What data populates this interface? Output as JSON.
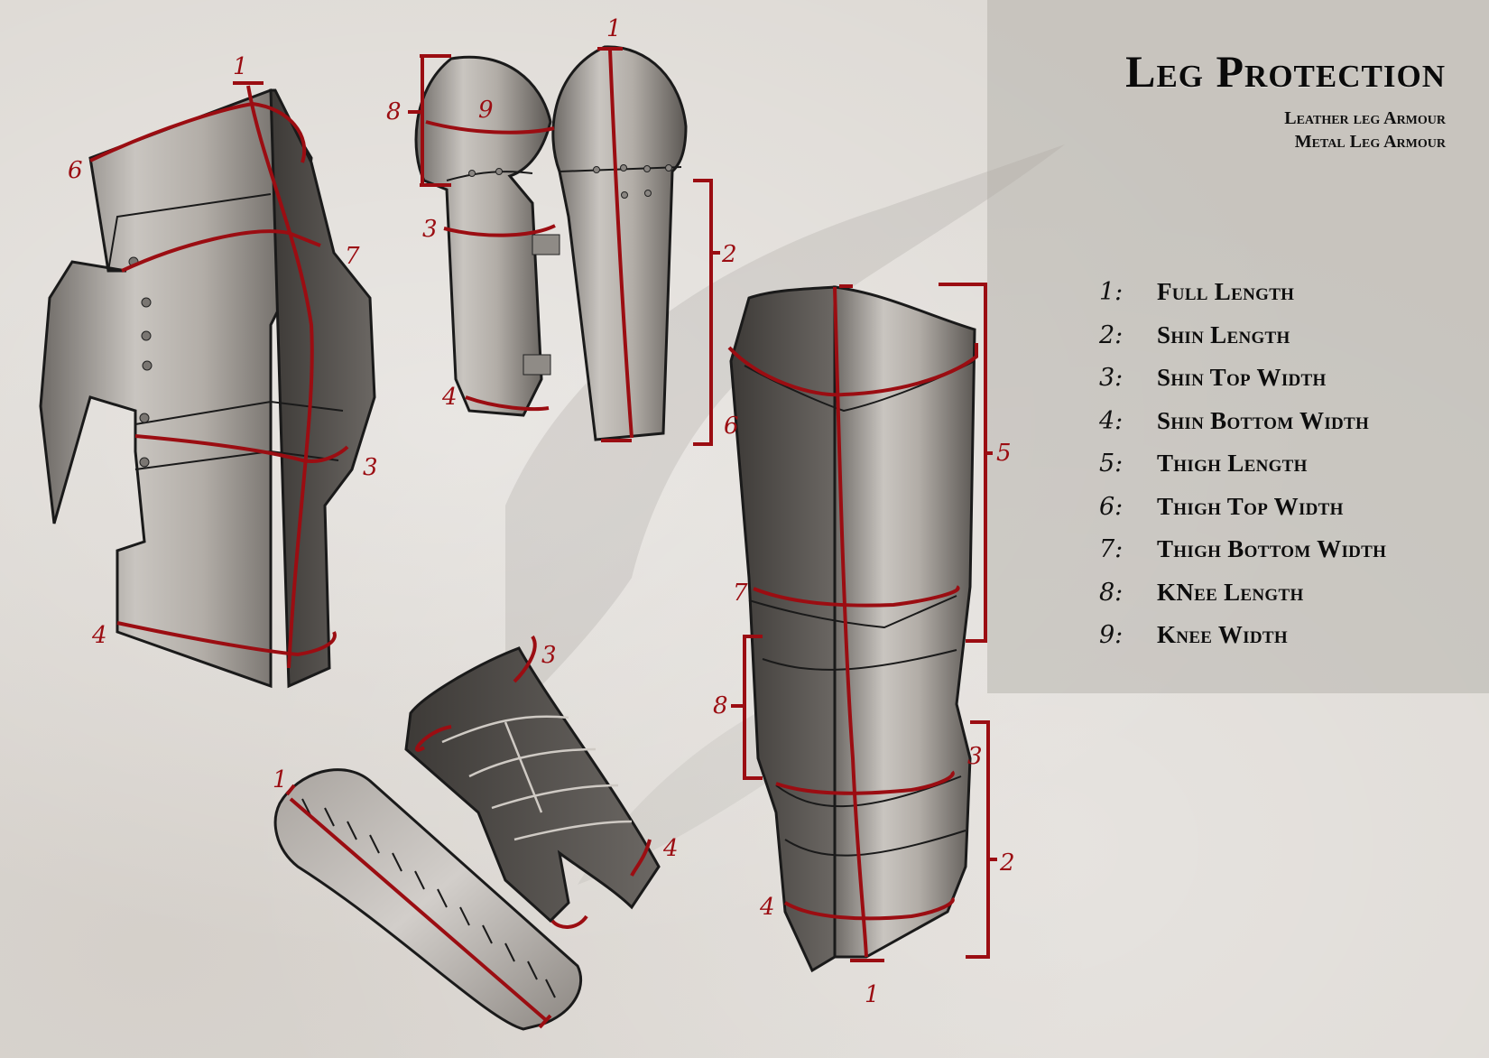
{
  "page": {
    "title": "Leg Protection",
    "subtitles": [
      "Leather leg Armour",
      "Metal Leg Armour"
    ]
  },
  "legend": {
    "items": [
      {
        "num": "1:",
        "label": "Full Length"
      },
      {
        "num": "2:",
        "label": "Shin Length"
      },
      {
        "num": "3:",
        "label": "Shin Top Width"
      },
      {
        "num": "4:",
        "label": "Shin Bottom Width"
      },
      {
        "num": "5:",
        "label": "Thigh Length"
      },
      {
        "num": "6:",
        "label": "Thigh Top Width"
      },
      {
        "num": "7:",
        "label": "Thigh Bottom Width"
      },
      {
        "num": "8:",
        "label": "KNee Length"
      },
      {
        "num": "9:",
        "label": "Knee Width"
      }
    ]
  },
  "illustrations": {
    "leather_knee_piece": {
      "markers": [
        "1",
        "6",
        "7",
        "3",
        "4"
      ]
    },
    "metal_greaves_pair": {
      "markers": [
        "1",
        "8",
        "9",
        "3",
        "2",
        "4"
      ]
    },
    "metal_full_leg": {
      "markers": [
        "5",
        "6",
        "7",
        "8",
        "3",
        "2",
        "4",
        "1"
      ]
    },
    "leather_laced_shin": {
      "markers": [
        "3",
        "4"
      ]
    },
    "leather_stitched_shin": {
      "markers": [
        "1"
      ]
    }
  },
  "colors": {
    "paper": "#dedad5",
    "panel": "#c4c0bb",
    "annotation_red": "#9b0d12",
    "text": "#0a0a0a",
    "metal_light": "#bdb8b2",
    "metal_dark": "#5a5652"
  }
}
